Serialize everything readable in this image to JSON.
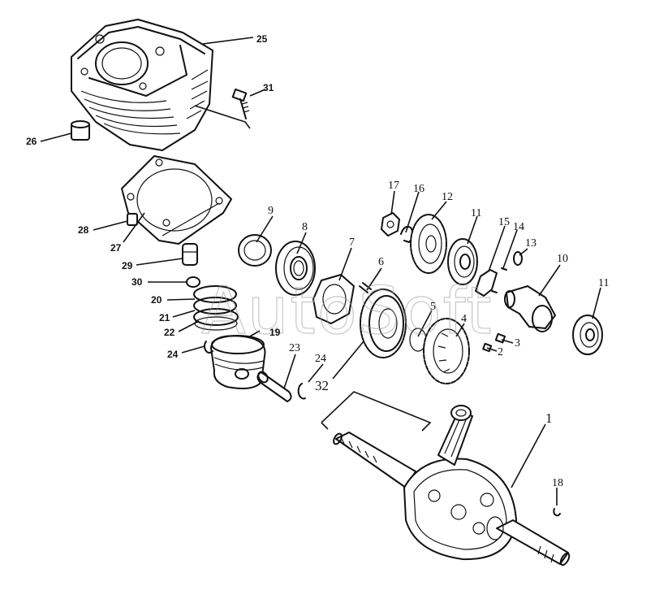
{
  "watermark": "AutoSoft",
  "callouts": [
    {
      "id": "c25",
      "text": "25"
    },
    {
      "id": "c31",
      "text": "31"
    },
    {
      "id": "c26",
      "text": "26"
    },
    {
      "id": "c28",
      "text": "28"
    },
    {
      "id": "c27",
      "text": "27"
    },
    {
      "id": "c29",
      "text": "29"
    },
    {
      "id": "c30",
      "text": "30"
    },
    {
      "id": "c20",
      "text": "20"
    },
    {
      "id": "c21",
      "text": "21"
    },
    {
      "id": "c22",
      "text": "22"
    },
    {
      "id": "c19",
      "text": "19"
    },
    {
      "id": "c24a",
      "text": "24"
    },
    {
      "id": "c23",
      "text": "23"
    },
    {
      "id": "c24b",
      "text": "24"
    },
    {
      "id": "c32",
      "text": "32"
    },
    {
      "id": "c9",
      "text": "9"
    },
    {
      "id": "c8",
      "text": "8"
    },
    {
      "id": "c7",
      "text": "7"
    },
    {
      "id": "c6",
      "text": "6"
    },
    {
      "id": "c5",
      "text": "5"
    },
    {
      "id": "c4",
      "text": "4"
    },
    {
      "id": "c3",
      "text": "3"
    },
    {
      "id": "c2",
      "text": "2"
    },
    {
      "id": "c17",
      "text": "17"
    },
    {
      "id": "c16",
      "text": "16"
    },
    {
      "id": "c12",
      "text": "12"
    },
    {
      "id": "c11a",
      "text": "11"
    },
    {
      "id": "c15",
      "text": "15"
    },
    {
      "id": "c14",
      "text": "14"
    },
    {
      "id": "c13",
      "text": "13"
    },
    {
      "id": "c10",
      "text": "10"
    },
    {
      "id": "c11b",
      "text": "11"
    },
    {
      "id": "c1",
      "text": "1"
    },
    {
      "id": "c18",
      "text": "18"
    }
  ]
}
